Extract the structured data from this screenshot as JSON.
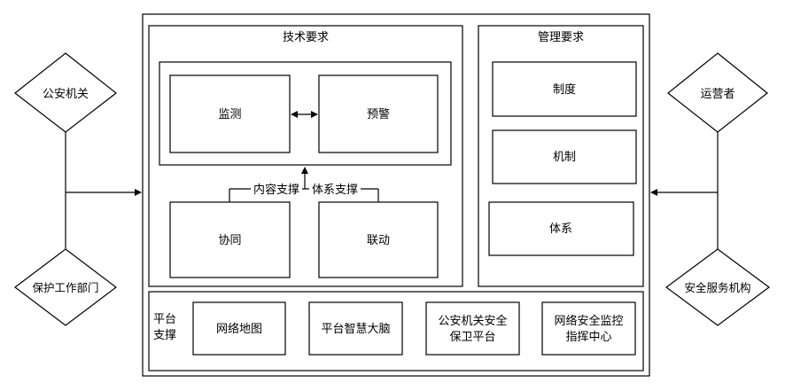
{
  "left_actors": {
    "top": "公安机关",
    "bottom": "保护工作部门"
  },
  "right_actors": {
    "top": "运营者",
    "bottom": "安全服务机构"
  },
  "technical": {
    "title": "技术要求",
    "monitoring": "监测",
    "warning": "预警",
    "content_support": "内容支撑",
    "system_support": "体系支撑",
    "collaboration": "协同",
    "linkage": "联动"
  },
  "management": {
    "title": "管理要求",
    "items": [
      "制度",
      "机制",
      "体系"
    ]
  },
  "platform": {
    "label_line1": "平台",
    "label_line2": "支撑",
    "items": [
      {
        "line1": "网络地图",
        "line2": ""
      },
      {
        "line1": "平台智慧大脑",
        "line2": ""
      },
      {
        "line1": "公安机关安全",
        "line2": "保卫平台"
      },
      {
        "line1": "网络安全监控",
        "line2": "指挥中心"
      }
    ]
  }
}
